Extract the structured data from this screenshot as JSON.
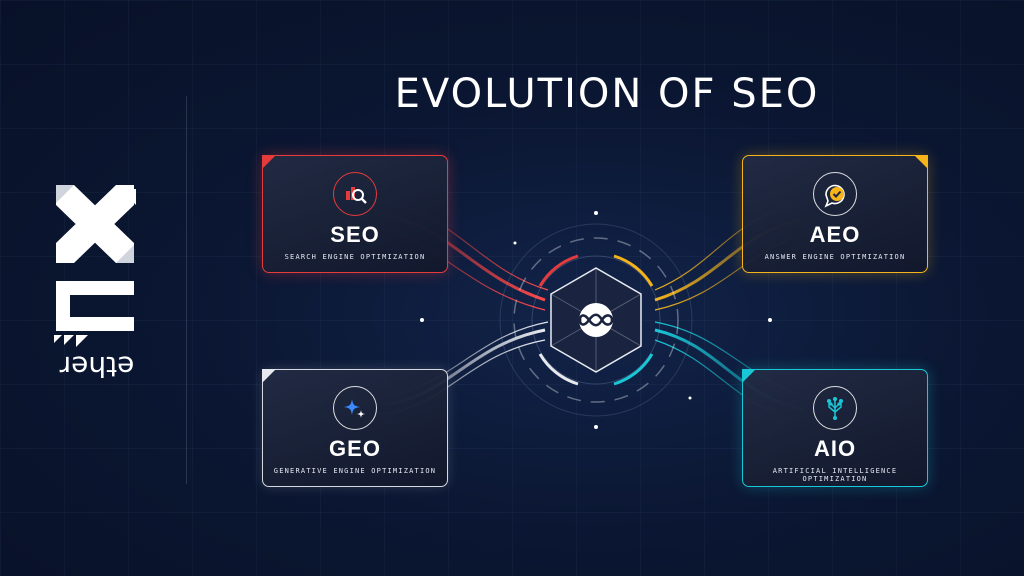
{
  "title": "EVOLUTION OF SEO",
  "logo": {
    "wordmark": "ether"
  },
  "colors": {
    "seo": "#e63b3b",
    "aeo": "#f5b41a",
    "geo": "#e7e9ee",
    "aio": "#19c7d6",
    "background": "#0b1733"
  },
  "cards": {
    "seo": {
      "abbr": "SEO",
      "full": "SEARCH ENGINE OPTIMIZATION",
      "icon": "search-analytics-icon"
    },
    "aeo": {
      "abbr": "AEO",
      "full": "ANSWER ENGINE OPTIMIZATION",
      "icon": "chat-check-icon"
    },
    "geo": {
      "abbr": "GEO",
      "full": "GENERATIVE ENGINE OPTIMIZATION",
      "icon": "sparkle-icon"
    },
    "aio": {
      "abbr": "AIO",
      "full": "ARTIFICIAL INTELLIGENCE OPTIMIZATION",
      "icon": "neural-network-icon"
    }
  },
  "center": {
    "icon": "infinity-icon"
  }
}
